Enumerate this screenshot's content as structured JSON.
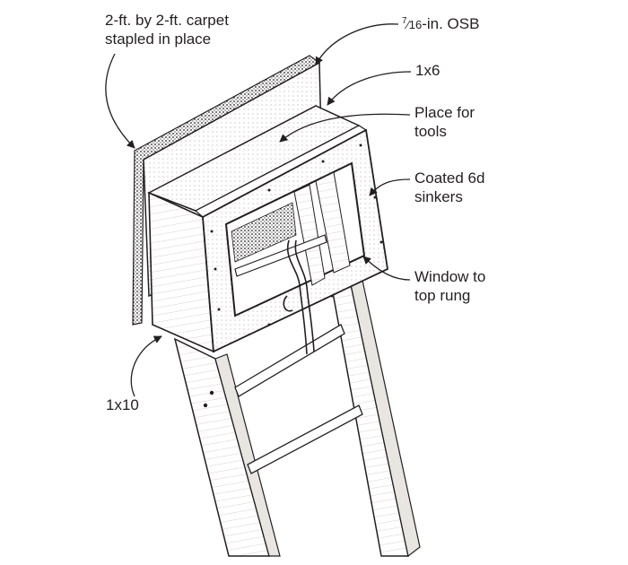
{
  "labels": {
    "carpet": {
      "line1": "2-ft. by 2-ft. carpet",
      "line2": "stapled in place"
    },
    "osb": {
      "frac_num": "7",
      "frac_den": "16",
      "text": "-in. OSB"
    },
    "one_by_six": "1x6",
    "tools": {
      "line1": "Place for",
      "line2": "tools"
    },
    "sinkers": {
      "line1": "Coated 6d",
      "line2": "sinkers"
    },
    "window": {
      "line1": "Window to",
      "line2": "top rung"
    },
    "one_by_ten": "1x10"
  },
  "colors": {
    "ink": "#231f20",
    "paper": "#ffffff",
    "wood_shade": "#e9e6e2",
    "carpet": "#8f8a85"
  }
}
